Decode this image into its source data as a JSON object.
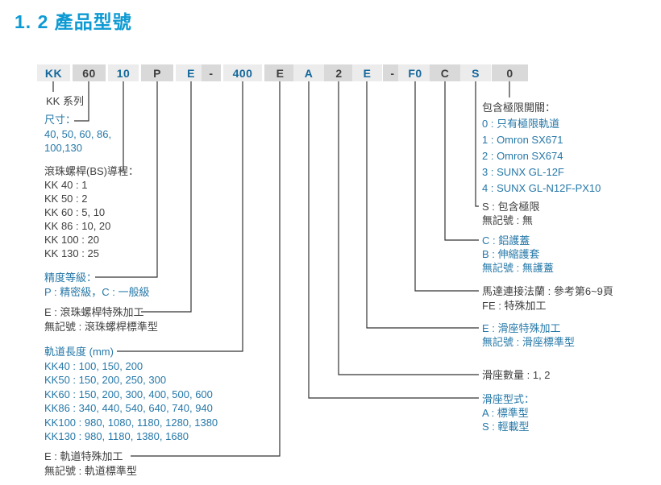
{
  "title": "1. 2 產品型號",
  "model_code": {
    "segments": [
      "KK",
      "60",
      "10",
      "P",
      "E",
      "-",
      "400",
      "E",
      "A",
      "2",
      "E",
      "-",
      "F0",
      "C",
      "S",
      "0"
    ]
  },
  "colors": {
    "title_blue": "#0d9ad3",
    "text_blue": "#2678a8",
    "text_dark": "#3f3f3f",
    "box_light": "#ececec",
    "box_dark": "#d9d9d9",
    "line": "#333333"
  },
  "left": {
    "series_label": "KK 系列",
    "size": {
      "title": "尺寸：",
      "lines": [
        "40, 50, 60, 86,",
        "100,130"
      ]
    },
    "screw_lead": {
      "title": "滾珠螺桿(BS)導程：",
      "lines": [
        "KK 40 : 1",
        "KK 50 : 2",
        "KK 60 : 5, 10",
        "KK 86 : 10, 20",
        "KK 100 : 20",
        "KK 130 : 25"
      ]
    },
    "precision": {
      "title": "精度等級：",
      "line": "P : 精密級，C : 一般級"
    },
    "screw_special": {
      "lines": [
        "E : 滾珠螺桿特殊加工",
        "無記號 : 滾珠螺桿標準型"
      ]
    },
    "rail_length": {
      "title": "軌道長度 (mm)",
      "lines": [
        "KK40 : 100, 150, 200",
        "KK50 : 150, 200, 250, 300",
        "KK60 : 150, 200, 300,  400,  500, 600",
        "KK86 : 340, 440, 540, 640, 740, 940",
        "KK100 : 980, 1080, 1180, 1280, 1380",
        "KK130 : 980, 1180, 1380, 1680"
      ]
    },
    "rail_special": {
      "lines": [
        "E : 軌道特殊加工",
        "無記號 : 軌道標準型"
      ]
    }
  },
  "right": {
    "limit_switch": {
      "title": "包含極限開關：",
      "lines": [
        "0 : 只有極限軌道",
        "1 : Omron SX671",
        "2 : Omron SX674",
        "3 : SUNX GL-12F",
        "4 : SUNX GL-N12F-PX10"
      ]
    },
    "limit": {
      "lines": [
        "S : 包含極限",
        "無記號 : 無"
      ]
    },
    "cover": {
      "lines": [
        "C : 鋁護蓋",
        "B : 伸縮護套",
        "無記號 : 無護蓋"
      ]
    },
    "motor_flange": {
      "lines": [
        "馬達連接法蘭 : 參考第6~9頁",
        "FE : 特殊加工"
      ]
    },
    "slide_special": {
      "lines": [
        "E : 滑座特殊加工",
        "無記號 : 滑座標準型"
      ]
    },
    "slide_count": {
      "line": "滑座數量 : 1, 2"
    },
    "slide_type": {
      "title": "滑座型式：",
      "lines": [
        "A : 標準型",
        "S : 輕載型"
      ]
    }
  }
}
